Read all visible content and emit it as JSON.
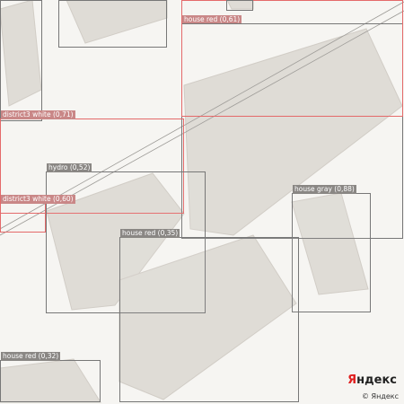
{
  "map": {
    "background": "#f6f5f2",
    "building_fill": "#dedad4",
    "building_shadow": "#cfcac3"
  },
  "detections": [
    {
      "label": "house red (0,61)",
      "style": "red"
    },
    {
      "label": "district3 white (0,71)",
      "style": "red"
    },
    {
      "label": "hydro (0,52)",
      "style": "gray"
    },
    {
      "label": "district3 white (0,60)",
      "style": "red"
    },
    {
      "label": "house gray (0,88)",
      "style": "gray"
    },
    {
      "label": "house red (0,35)",
      "style": "gray"
    },
    {
      "label": "house red (0,32)",
      "style": "gray"
    }
  ],
  "attribution": {
    "logo_first": "Я",
    "logo_rest": "ндекс",
    "copyright": "© Яндекс"
  }
}
